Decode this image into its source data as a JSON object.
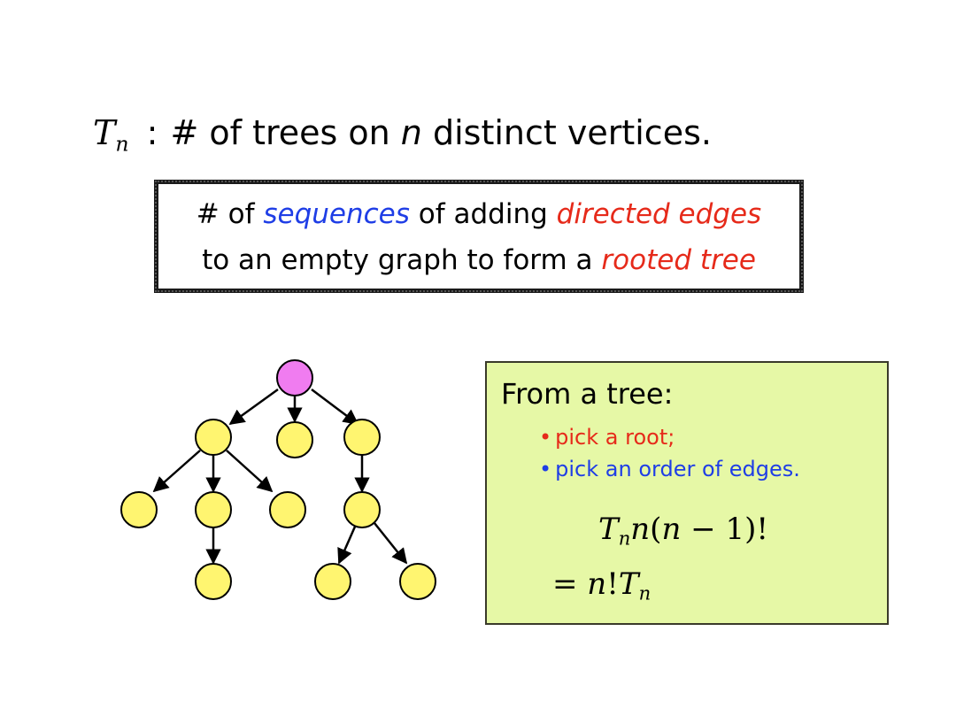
{
  "title": {
    "symbol": "T",
    "subscript": "n",
    "colon": ":",
    "text_prefix": "# of trees on ",
    "text_n": "n",
    "text_suffix": " distinct vertices."
  },
  "definition_box": {
    "line1_a": "# of ",
    "line1_b": "sequences",
    "line1_c": " of adding ",
    "line1_d": "directed edges",
    "line2_a": "to an empty graph to form a ",
    "line2_b": "rooted tree"
  },
  "info_box": {
    "heading": "From a tree:",
    "bullets": [
      "pick a root;",
      "pick an order of edges."
    ],
    "bullet_symbol": "•",
    "equation1": {
      "symbol": "T",
      "subscript": "n",
      "rest_a": "n",
      "rest_b": "(",
      "rest_c": "n",
      "rest_d": " − 1)!"
    },
    "equation2": {
      "eq": "= ",
      "n": "n",
      "bang": "!",
      "symbol": "T",
      "subscript": "n"
    }
  },
  "colors": {
    "root_node": "#f07cf0",
    "tree_node": "#fff570",
    "box_fill": "#e6f8a6",
    "blue_text": "#1f3ee6",
    "red_text": "#e62a1a"
  }
}
